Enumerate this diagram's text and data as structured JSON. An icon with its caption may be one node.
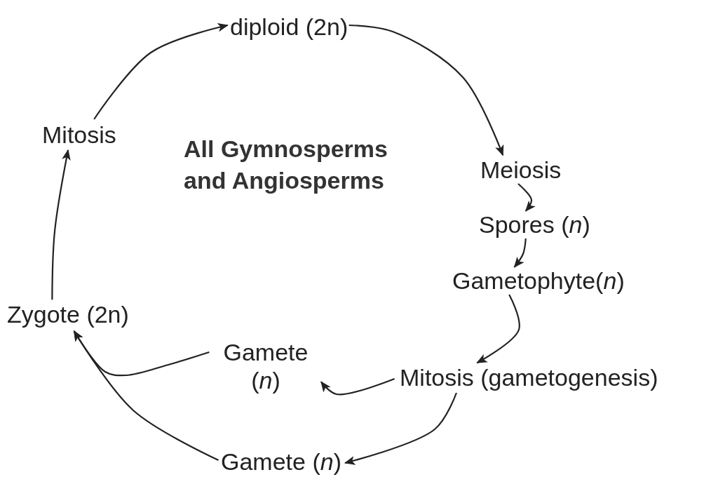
{
  "diagram": {
    "nodes": [
      {
        "text": [
          "diploid (2n)"
        ]
      },
      {
        "text": [
          "Meiosis"
        ]
      },
      {
        "text": [
          "Spores (*n*)"
        ]
      },
      {
        "text": [
          "Gametophyte(*n*)"
        ]
      },
      {
        "text": [
          "Mitosis (gametogenesis)"
        ]
      },
      {
        "text": [
          "Gamete (*n*)"
        ]
      },
      {
        "text": [
          "Gamete (*n*)"
        ]
      },
      {
        "text": [
          "Zygote (2n)"
        ]
      },
      {
        "text": [
          "Mitosis"
        ]
      }
    ],
    "edges": [
      {
        "from": 0,
        "to": 1,
        "arrow": "to"
      },
      {
        "from": 1,
        "to": 2,
        "arrow": "to"
      },
      {
        "from": 2,
        "to": 3,
        "arrow": "to"
      },
      {
        "from": 3,
        "to": 4,
        "arrow": "to"
      },
      {
        "from": 4,
        "to": 5,
        "arrow": "to"
      },
      {
        "from": 4,
        "to": 6,
        "arrow": "to"
      },
      {
        "from": 5,
        "to": 7,
        "arrow": "to"
      },
      {
        "from": 6,
        "to": 7,
        "arrow": "to"
      },
      {
        "from": 7,
        "to": 8,
        "arrow": "to"
      },
      {
        "from": 8,
        "to": 0,
        "arrow": "to"
      }
    ],
    "labels": [
      "All Gymnosperms and Angiosperms"
    ]
  }
}
